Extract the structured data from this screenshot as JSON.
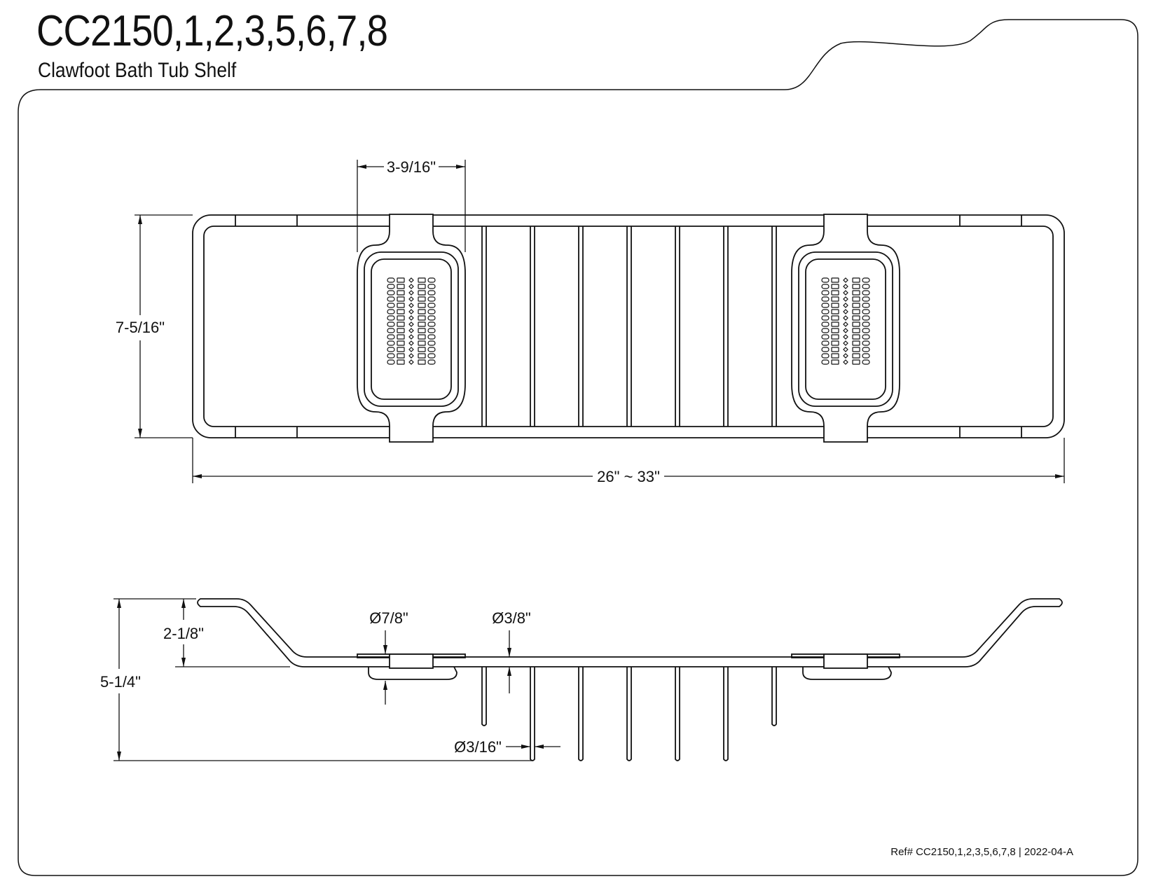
{
  "header": {
    "model": "CC2150,1,2,3,5,6,7,8",
    "product_name": "Clawfoot Bath Tub Shelf"
  },
  "dimensions": {
    "soap_dish_width": "3-9/16\"",
    "shelf_depth": "7-5/16\"",
    "shelf_length": "26\" ~ 33\"",
    "end_hook_height": "2-1/8\"",
    "overall_height": "5-1/4\"",
    "post_diameter": "Ø7/8\"",
    "rail_diameter": "Ø3/8\"",
    "rod_diameter": "Ø3/16\""
  },
  "footer": {
    "reference": "Ref# CC2150,1,2,3,5,6,7,8 | 2022-04-A"
  }
}
